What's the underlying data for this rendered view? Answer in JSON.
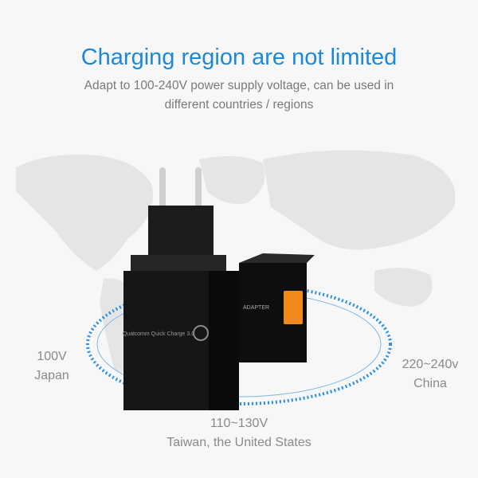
{
  "header": {
    "title": "Charging region are not limited",
    "subtitle": "Adapt to 100-240V power supply voltage, can be used in different countries / regions"
  },
  "regions": [
    {
      "voltage": "100V",
      "place": "Japan"
    },
    {
      "voltage": "220~240v",
      "place": "China"
    },
    {
      "voltage": "110~130V",
      "place": "Taiwan, the United States"
    }
  ],
  "product": {
    "brand_mark": "Qualcomm Quick Charge 3.0",
    "label_text": "ADAPTER"
  },
  "colors": {
    "accent": "#1e88d8",
    "ring": "#2a8fe0",
    "charger": "#151515",
    "usb_port": "#f08a1a",
    "map": "#e6e6e6"
  }
}
